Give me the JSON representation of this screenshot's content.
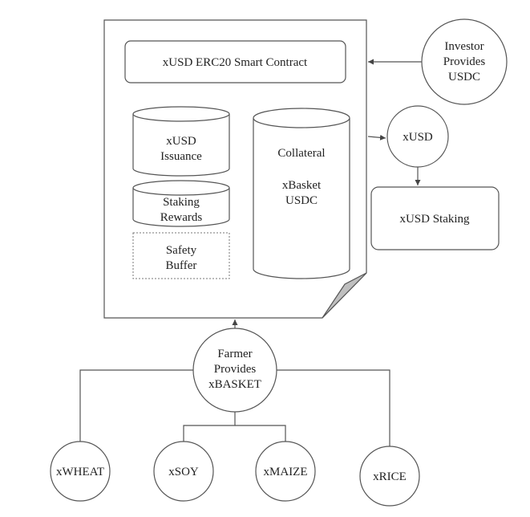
{
  "contract": {
    "label": "xUSD ERC20 Smart Contract"
  },
  "issuance": {
    "line1": "xUSD",
    "line2": "Issuance"
  },
  "staking_rewards": {
    "line1": "Staking",
    "line2": "Rewards"
  },
  "safety_buffer": {
    "line1": "Safety",
    "line2": "Buffer"
  },
  "collateral": {
    "line1": "Collateral",
    "line2": "xBasket",
    "line3": "USDC"
  },
  "investor": {
    "line1": "Investor",
    "line2": "Provides",
    "line3": "USDC"
  },
  "xusd_token": {
    "label": "xUSD"
  },
  "xusd_staking": {
    "label": "xUSD Staking"
  },
  "farmer": {
    "line1": "Farmer",
    "line2": "Provides",
    "line3": "xBASKET"
  },
  "commodities": [
    {
      "label": "xWHEAT"
    },
    {
      "label": "xSOY"
    },
    {
      "label": "xMAIZE"
    },
    {
      "label": "xRICE"
    }
  ],
  "colors": {
    "stroke": "#555555",
    "text": "#222222",
    "fold": "#bfbfbf"
  }
}
